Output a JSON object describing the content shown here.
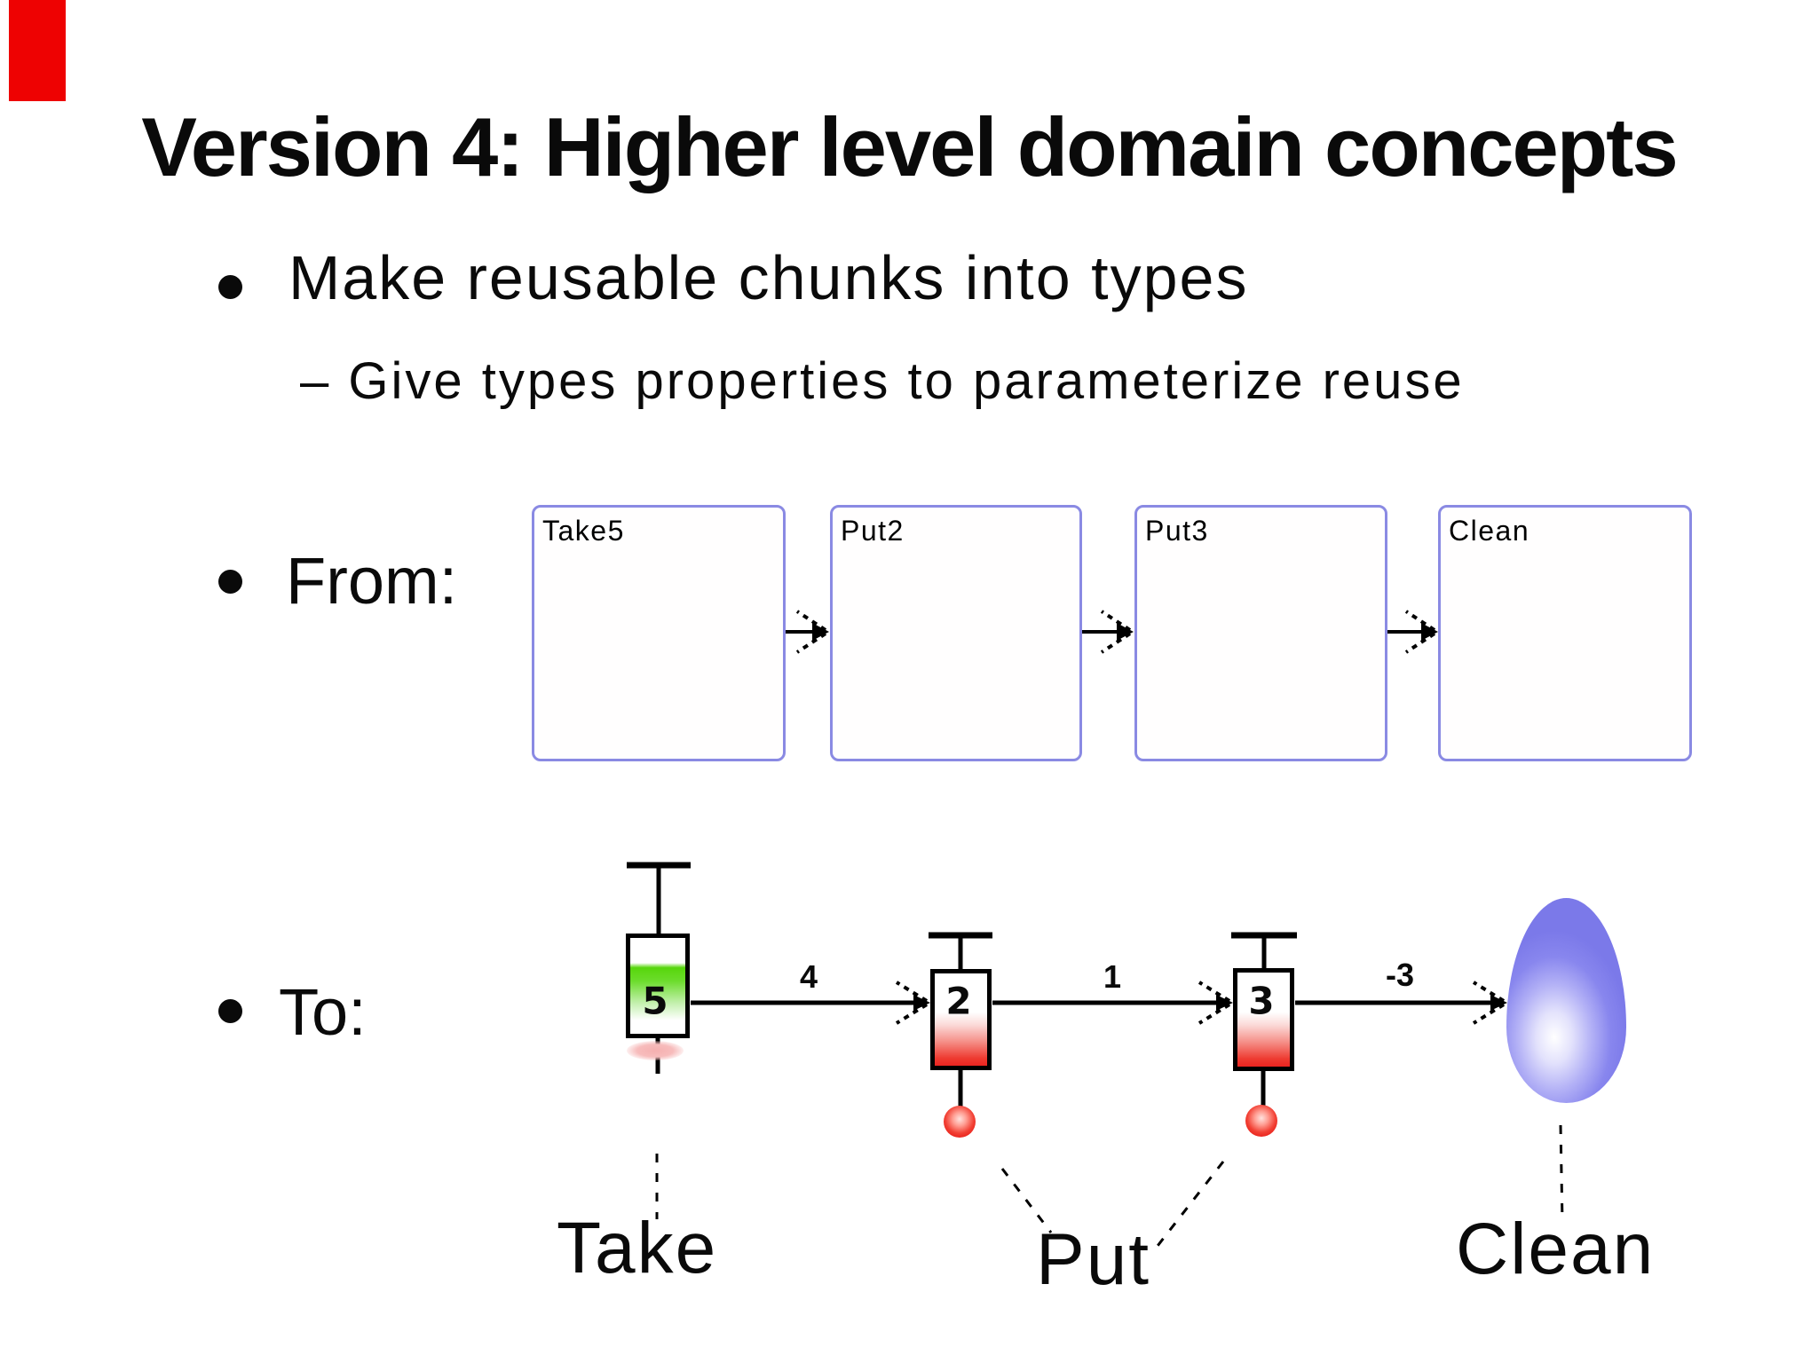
{
  "slide": {
    "title": "Version 4: Higher level domain concepts",
    "bullets": {
      "main": "Make reusable chunks into types",
      "sub": "– Give types properties to parameterize reuse",
      "from": "From:",
      "to": "To:"
    }
  },
  "from_chain": {
    "box_labels": [
      "Take5",
      "Put2",
      "Put3",
      "Clean"
    ]
  },
  "to_chain": {
    "node_values": [
      "5",
      "2",
      "3"
    ],
    "flow_labels": [
      "4",
      "1",
      "-3"
    ],
    "captions": [
      "Take",
      "Put",
      "Clean"
    ]
  },
  "colors": {
    "corner_bar_red": "#ee0202",
    "from_box_border": "#8a8ae3",
    "take_fill_green": "#57d60c",
    "put_fill_red": "#ee2a24",
    "valve_red": "#ee1c14",
    "splat_pink": "#f6b6b6",
    "drop_blue": "#8583ec",
    "text_black": "#0a0a0a"
  }
}
